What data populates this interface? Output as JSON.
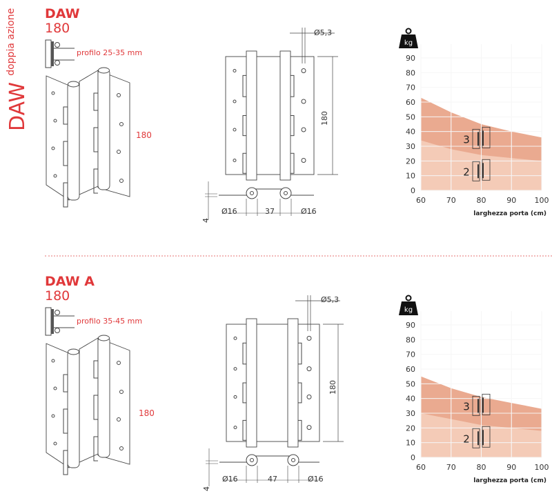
{
  "side_label": {
    "main": "DAW",
    "sub": "doppia azione"
  },
  "colors": {
    "accent": "#e0383a",
    "band_upper": "#eaaa90",
    "band_lower": "#f4cbb7",
    "line": "#333333"
  },
  "products": [
    {
      "name": "DAW",
      "size": "180",
      "profile": "profilo 25-35 mm",
      "height_label": "180",
      "drawing": {
        "hole": "Ø5,3",
        "height": "180",
        "thickness": "4",
        "knuckle_left": "Ø16",
        "spacing": "37",
        "knuckle_right": "Ø16"
      },
      "chart_data": {
        "type": "area",
        "title": "",
        "unit_icon": "kg",
        "xlabel": "larghezza porta (cm)",
        "ylabel": "kg",
        "xlim": [
          60,
          100
        ],
        "ylim": [
          0,
          90
        ],
        "x_ticks": [
          "60",
          "70",
          "80",
          "90",
          "100"
        ],
        "y_ticks": [
          "0",
          "10",
          "20",
          "30",
          "40",
          "50",
          "60",
          "70",
          "80",
          "90"
        ],
        "grid": true,
        "x": [
          60,
          70,
          80,
          90,
          100
        ],
        "series": [
          {
            "name": "3",
            "values": [
              63,
              53,
              45,
              40,
              36
            ]
          },
          {
            "name": "2",
            "values": [
              34,
              28,
              24,
              22,
              20
            ]
          }
        ]
      }
    },
    {
      "name": "DAW A",
      "size": "180",
      "profile": "profilo 35-45 mm",
      "height_label": "180",
      "drawing": {
        "hole": "Ø5,3",
        "height": "180",
        "thickness": "4",
        "knuckle_left": "Ø16",
        "spacing": "47",
        "knuckle_right": "Ø16"
      },
      "chart_data": {
        "type": "area",
        "title": "",
        "unit_icon": "kg",
        "xlabel": "larghezza porta (cm)",
        "ylabel": "kg",
        "xlim": [
          60,
          100
        ],
        "ylim": [
          0,
          90
        ],
        "x_ticks": [
          "60",
          "70",
          "80",
          "90",
          "100"
        ],
        "y_ticks": [
          "0",
          "10",
          "20",
          "30",
          "40",
          "50",
          "60",
          "70",
          "80",
          "90"
        ],
        "grid": true,
        "x": [
          60,
          70,
          80,
          90,
          100
        ],
        "series": [
          {
            "name": "3",
            "values": [
              55,
              47,
              41,
              37,
              33
            ]
          },
          {
            "name": "2",
            "values": [
              30,
              26,
              22,
              20,
              18
            ]
          }
        ]
      }
    }
  ]
}
